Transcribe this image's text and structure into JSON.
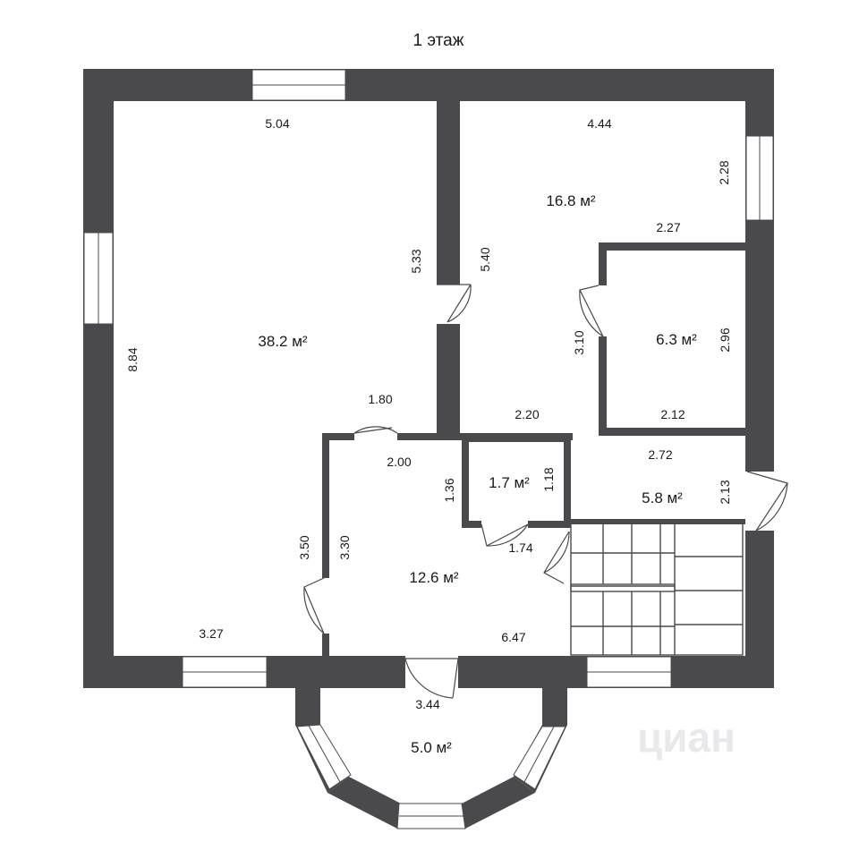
{
  "title": "1 этаж",
  "watermark": "циан",
  "rooms": {
    "living": {
      "area": "38.2 м²",
      "dim_top": "5.04",
      "dim_left": "8.84",
      "dim_right": "5.33",
      "dim_bottom": "3.27",
      "dim_door": "1.80",
      "dim_step": "3.50"
    },
    "bedroom": {
      "area": "16.8 м²",
      "dim_top": "4.44",
      "dim_right": "2.28",
      "dim_left": "5.40",
      "dim_mid": "2.27",
      "dim_bottom": "2.20"
    },
    "small_room": {
      "area": "6.3 м²",
      "dim_left": "3.10",
      "dim_right": "2.96",
      "dim_bottom": "2.12"
    },
    "bathroom": {
      "area": "1.7 м²",
      "dim_left": "1.36",
      "dim_right": "1.18",
      "dim_bottom": "1.74"
    },
    "hall": {
      "area": "12.6 м²",
      "dim_top": "2.00",
      "dim_left": "3.30",
      "dim_bottom": "6.47"
    },
    "entry": {
      "area": "5.8 м²",
      "dim_top": "2.72",
      "dim_right": "2.13"
    },
    "porch": {
      "area": "5.0 м²",
      "dim_top": "3.44"
    }
  },
  "colors": {
    "wall": "#4a4a4c",
    "background": "#ffffff"
  }
}
